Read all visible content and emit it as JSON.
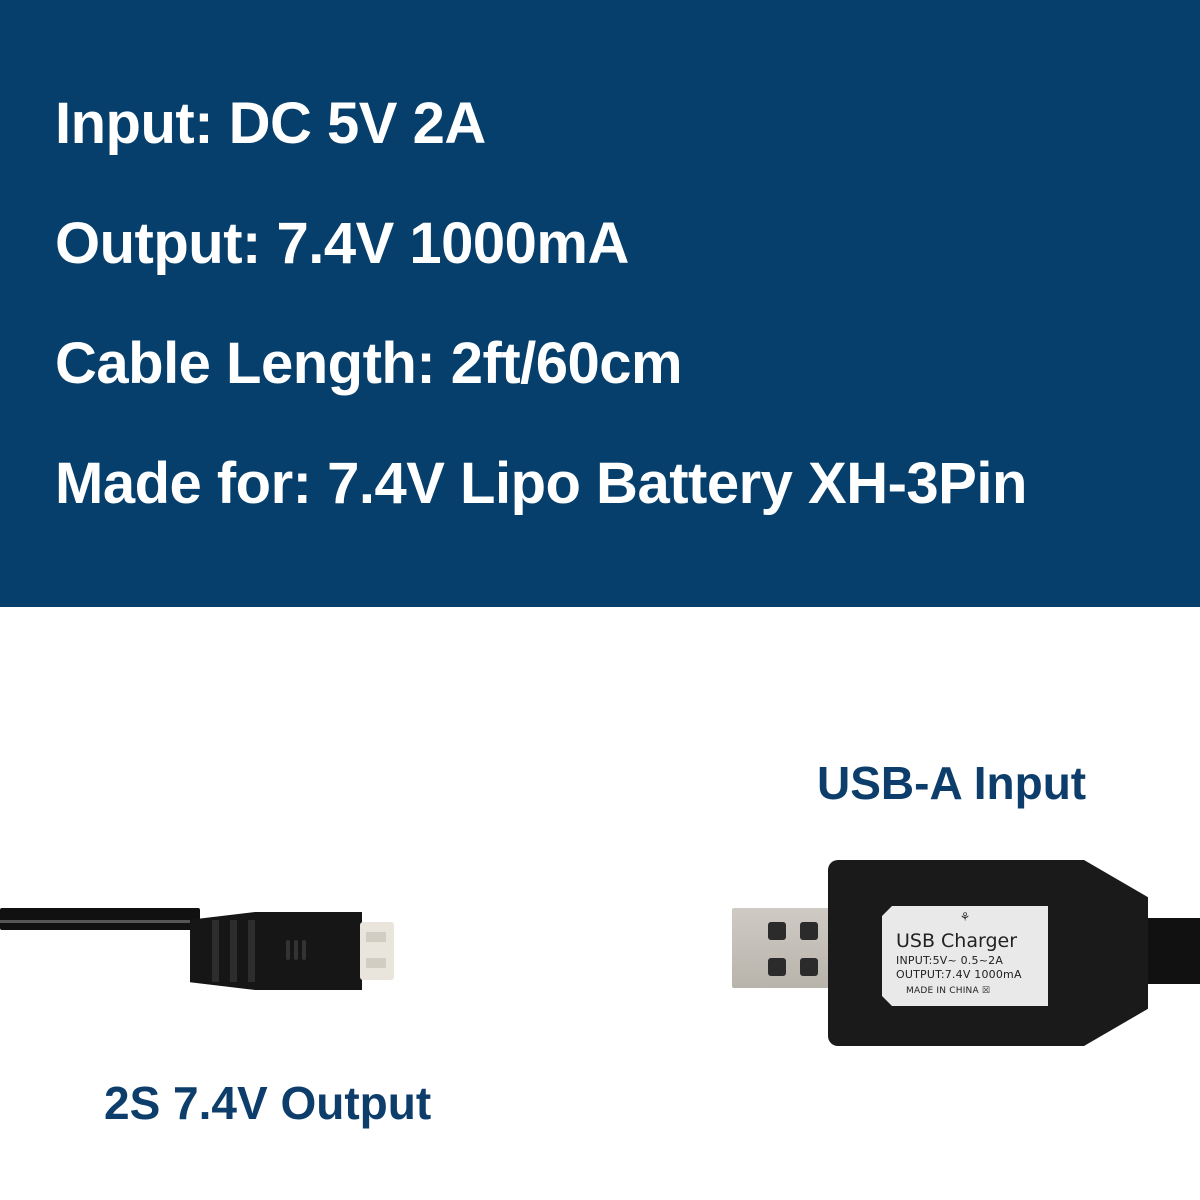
{
  "specs": {
    "input": "Input: DC 5V 2A",
    "output": "Output: 7.4V 1000mA",
    "cable_length": "Cable Length: 2ft/60cm",
    "made_for": "Made for: 7.4V Lipo Battery XH-3Pin"
  },
  "labels": {
    "usb_input": "USB-A Input",
    "battery_output": "2S 7.4V Output"
  },
  "charger_sticker": {
    "logo": "⚘",
    "title": "USB Charger",
    "input_line": "INPUT:5V~ 0.5~2A",
    "output_line": "OUTPUT:7.4V 1000mA",
    "origin_line": "MADE IN CHINA ☒"
  },
  "colors": {
    "band": "#063f6b",
    "label_text": "#0c3d6b",
    "spec_text": "#ffffff"
  }
}
